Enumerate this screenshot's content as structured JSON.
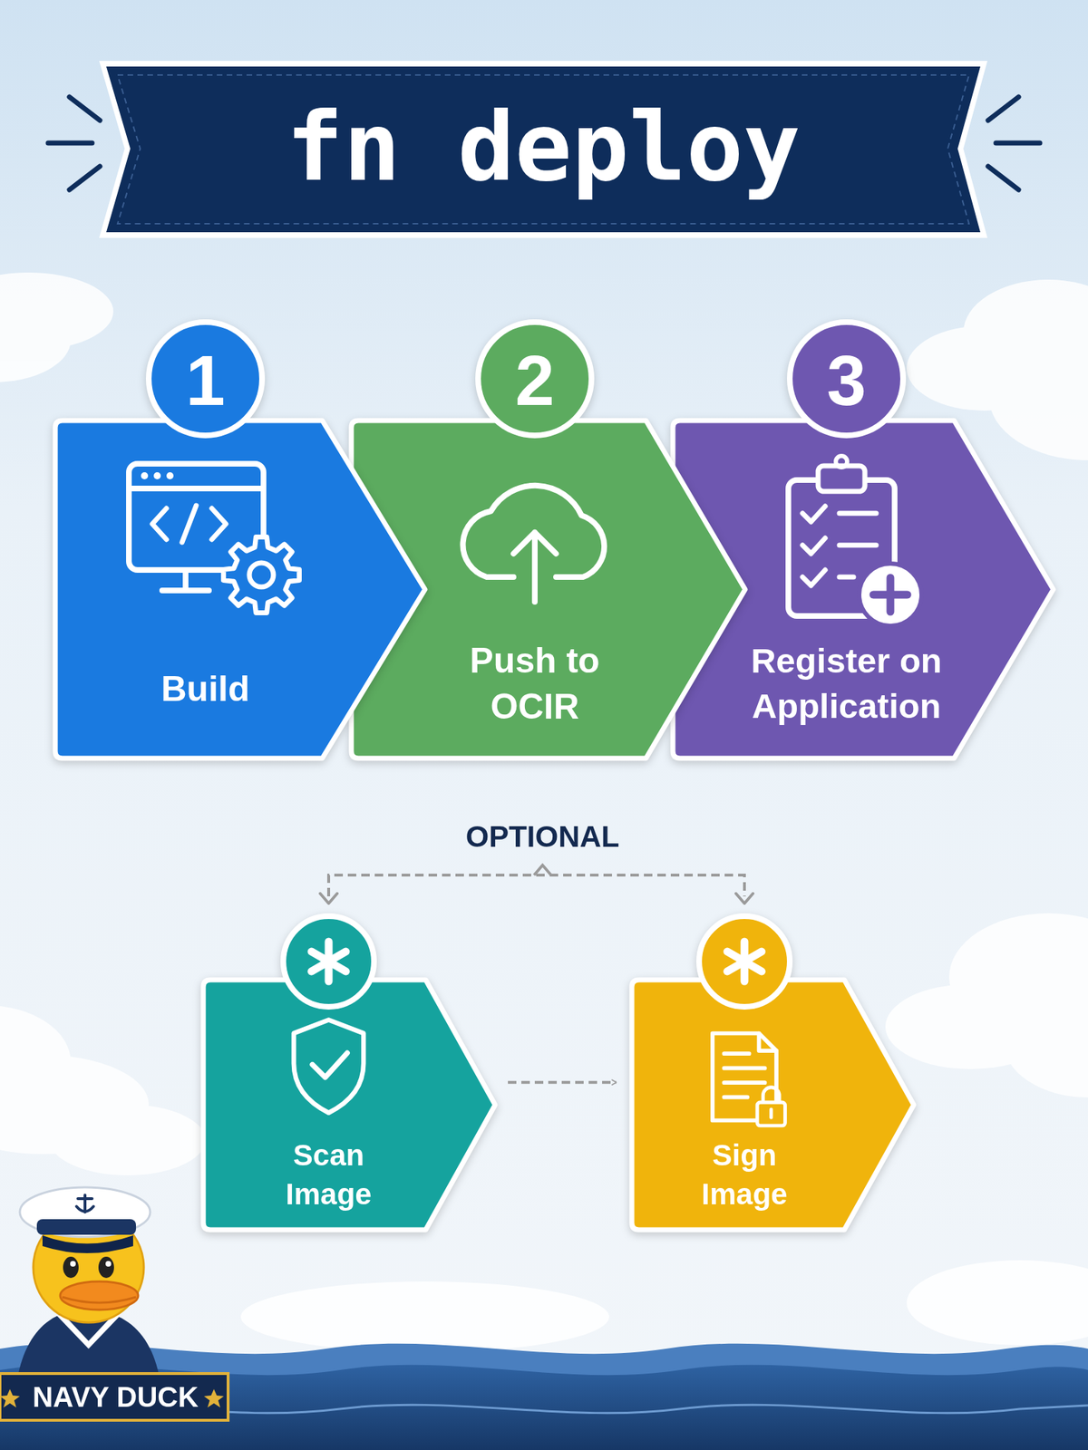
{
  "diagram": {
    "title": "fn deploy",
    "nodes": [
      {
        "text": [
          "1",
          "Build"
        ]
      },
      {
        "text": [
          "2",
          "Push to OCIR"
        ]
      },
      {
        "text": [
          "3",
          "Register on Application"
        ]
      },
      {
        "text": [
          "Scan Image"
        ]
      },
      {
        "text": [
          "Sign Image"
        ]
      }
    ],
    "edges": [
      {
        "from": 3,
        "to": 4,
        "arrow": "to"
      }
    ],
    "labels": [
      "OPTIONAL",
      "NAVY DUCK"
    ]
  }
}
